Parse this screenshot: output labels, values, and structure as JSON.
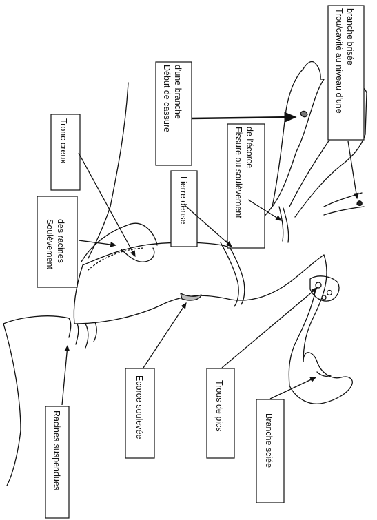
{
  "labels": {
    "trou_cavite_line1": "Trou/cavité au niveau d'une",
    "trou_cavite_line2": "branche brisée",
    "debut_cassure_line1": "Début de cassure",
    "debut_cassure_line2": "d'une branche",
    "fissure_line1": "Fissure ou soulèvement",
    "fissure_line2": "de l'écorce",
    "lierre": "Lierre dense",
    "tronc_creux": "Tronc creux",
    "soulevement_line1": "Soulèvement",
    "soulevement_line2": "des racines",
    "ecorce": "Ecorce soulevée",
    "trous_pics": "Trous de pics",
    "branche_sciee": "Branche sciée",
    "racines": "Racines suspendues"
  }
}
